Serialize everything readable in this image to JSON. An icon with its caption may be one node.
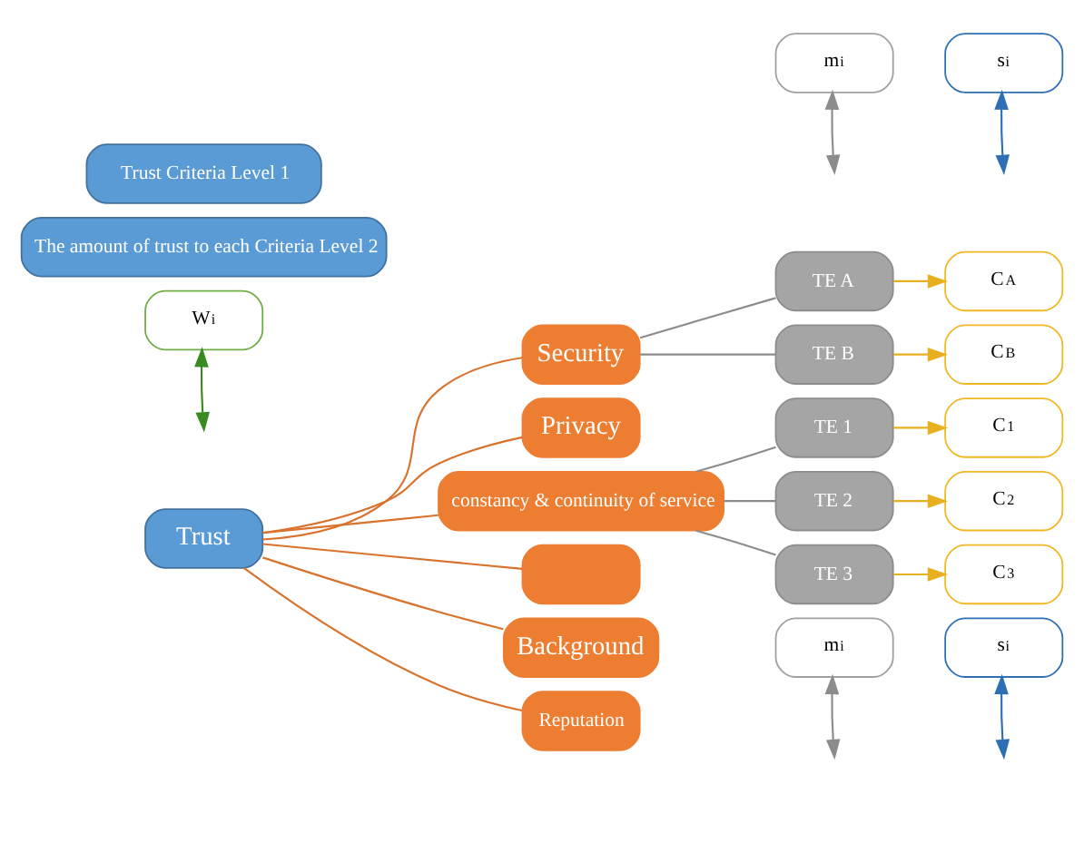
{
  "diagram": {
    "nodes": [
      {
        "text": [
          "W$_{i}$"
        ]
      },
      {
        "text": [
          "Trust"
        ]
      },
      {
        "text": [
          "Security"
        ]
      },
      {
        "text": [
          "Privacy"
        ]
      },
      {
        "text": [
          "constancy & continuity of service"
        ]
      },
      {
        "text": [],
        "shape": "box"
      },
      {
        "text": [
          "Background"
        ]
      },
      {
        "text": [
          "Reputation"
        ]
      },
      {
        "text": [
          "m$_{i}$"
        ]
      },
      {
        "text": [
          "TE A"
        ]
      },
      {
        "text": [
          "TE B"
        ]
      },
      {
        "text": [
          "TE 1"
        ]
      },
      {
        "text": [
          "TE 2"
        ]
      },
      {
        "text": [
          "TE 3"
        ]
      },
      {
        "text": [
          "m$_{i}$"
        ]
      },
      {
        "text": [
          "s$_{i}$"
        ]
      },
      {
        "text": [
          "C$_{A}$"
        ]
      },
      {
        "text": [
          "C$_{B}$"
        ]
      },
      {
        "text": [
          "C$_{1}$"
        ]
      },
      {
        "text": [
          "C$_{2}$"
        ]
      },
      {
        "text": [
          "C$_{3}$"
        ]
      },
      {
        "text": [
          "s$_{i}$"
        ]
      },
      {
        "text": [
          "Trust Criteria Level 1"
        ]
      },
      {
        "text": [
          "The amount of trust to each Criteria Level 2"
        ]
      }
    ],
    "edges": [
      {
        "from": 0,
        "to": null,
        "arrow": "both",
        "color": "#3a8a22"
      },
      {
        "from": 1,
        "to": 2,
        "arrow": "none",
        "color": "#d9722c"
      },
      {
        "from": 1,
        "to": 3,
        "arrow": "none",
        "color": "#d9722c"
      },
      {
        "from": 1,
        "to": 4,
        "arrow": "none",
        "color": "#d9722c"
      },
      {
        "from": 1,
        "to": 5,
        "arrow": "none",
        "color": "#d9722c"
      },
      {
        "from": 1,
        "to": 6,
        "arrow": "none",
        "color": "#d9722c"
      },
      {
        "from": 1,
        "to": 7,
        "arrow": "none",
        "color": "#d9722c"
      },
      {
        "from": 2,
        "to": 9,
        "arrow": "none",
        "color": "#8c8c8c"
      },
      {
        "from": 2,
        "to": 10,
        "arrow": "none",
        "color": "#8c8c8c"
      },
      {
        "from": 4,
        "to": 11,
        "arrow": "none",
        "color": "#8c8c8c"
      },
      {
        "from": 4,
        "to": 12,
        "arrow": "none",
        "color": "#8c8c8c"
      },
      {
        "from": 4,
        "to": 13,
        "arrow": "none",
        "color": "#8c8c8c"
      },
      {
        "from": 8,
        "to": null,
        "arrow": "both",
        "color": "#8c8c8c"
      },
      {
        "from": 14,
        "to": null,
        "arrow": "both",
        "color": "#8c8c8c"
      },
      {
        "from": 9,
        "to": 16,
        "arrow": "to",
        "color": "#e8b020"
      },
      {
        "from": 10,
        "to": 17,
        "arrow": "to",
        "color": "#e8b020"
      },
      {
        "from": 11,
        "to": 18,
        "arrow": "to",
        "color": "#e8b020"
      },
      {
        "from": 12,
        "to": 19,
        "arrow": "to",
        "color": "#e8b020"
      },
      {
        "from": 13,
        "to": 20,
        "arrow": "to",
        "color": "#e8b020"
      },
      {
        "from": 15,
        "to": null,
        "arrow": "both",
        "color": "#2e6fb5"
      },
      {
        "from": 21,
        "to": null,
        "arrow": "both",
        "color": "#2e6fb5"
      }
    ]
  }
}
